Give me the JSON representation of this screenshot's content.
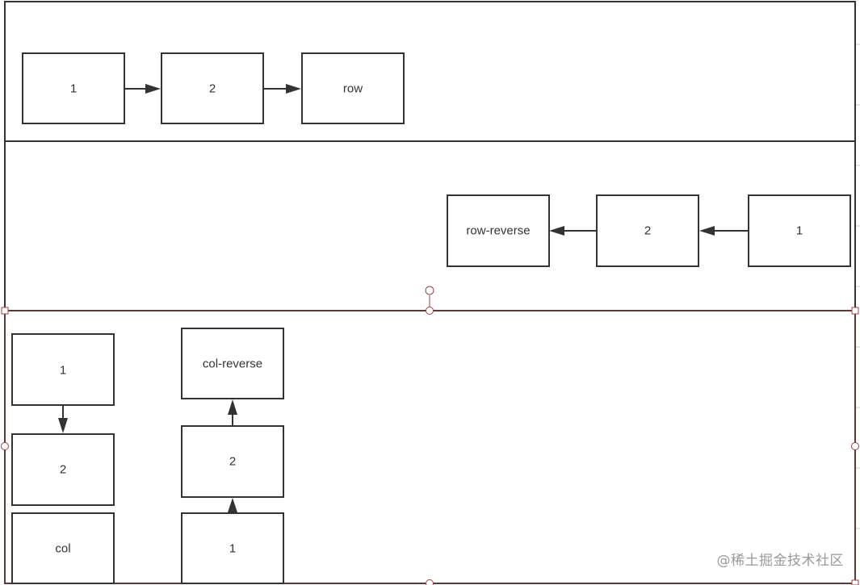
{
  "panels": [
    {
      "name": "row",
      "boxes": [
        "1",
        "2",
        "row"
      ]
    },
    {
      "name": "row-reverse",
      "boxes": [
        "row-reverse",
        "2",
        "1"
      ]
    },
    {
      "name": "col",
      "boxes": [
        "1",
        "2",
        "col"
      ]
    },
    {
      "name": "col-reverse",
      "boxes": [
        "col-reverse",
        "2",
        "1"
      ]
    }
  ],
  "watermark": "@稀土掘金技术社区",
  "colors": {
    "stroke": "#333333",
    "selection": "#a04040",
    "watermark": "#9a9a9a"
  }
}
